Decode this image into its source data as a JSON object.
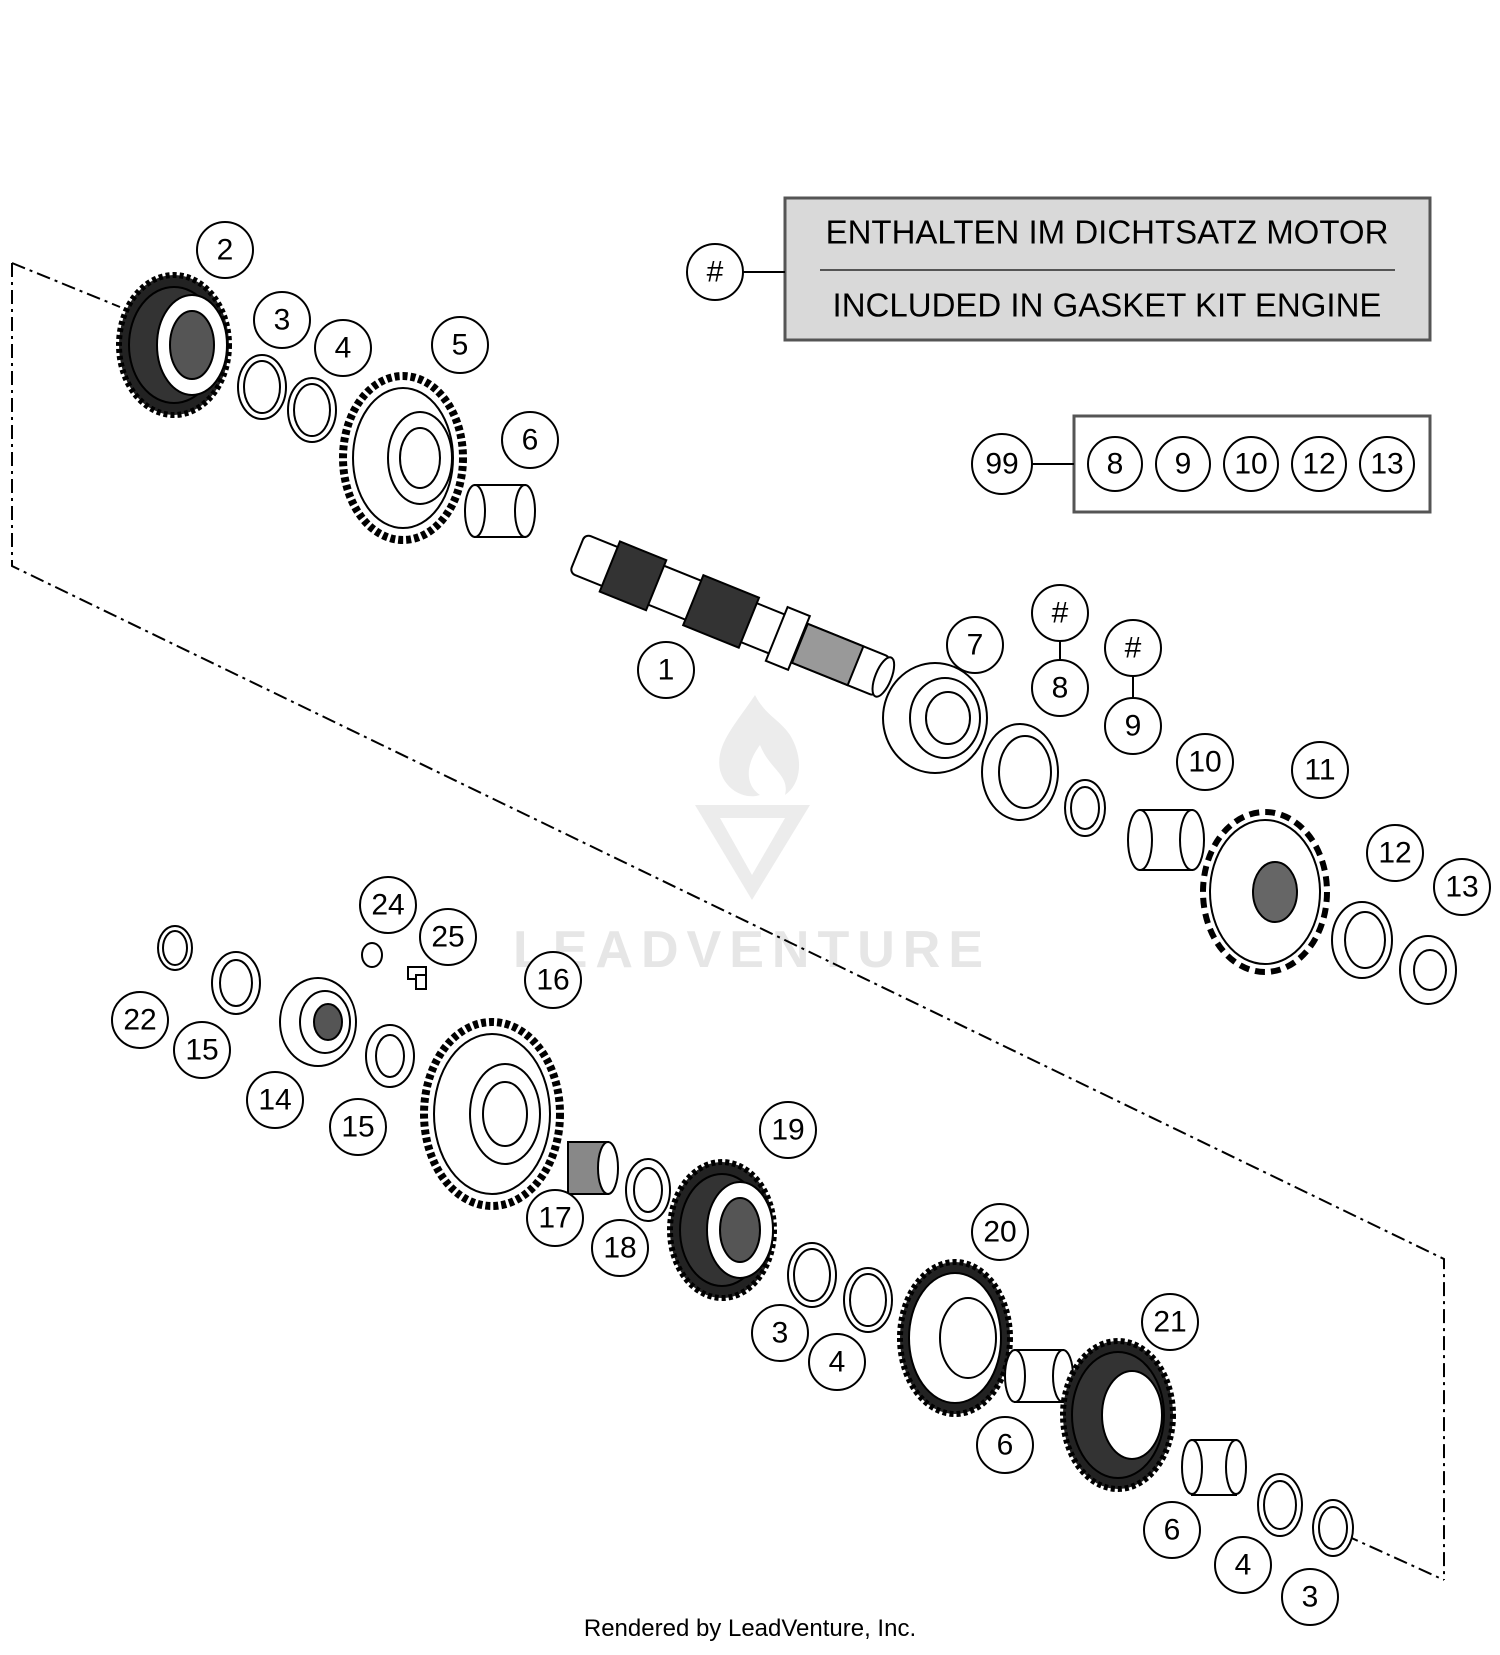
{
  "legend": {
    "symbol": "#",
    "line1": "ENTHALTEN IM DICHTSATZ MOTOR",
    "line2": "INCLUDED IN GASKET KIT ENGINE"
  },
  "kit": {
    "number": "99",
    "items": [
      "8",
      "9",
      "10",
      "12",
      "13"
    ]
  },
  "callouts": [
    "1",
    "2",
    "3",
    "4",
    "5",
    "6",
    "7",
    "8",
    "9",
    "10",
    "11",
    "12",
    "13",
    "14",
    "15",
    "16",
    "17",
    "18",
    "19",
    "20",
    "21",
    "22",
    "24",
    "25"
  ],
  "markers": [
    "#",
    "#"
  ],
  "watermark": {
    "text": "LEADVENTURE"
  },
  "footer": {
    "text": "Rendered by LeadVenture, Inc."
  }
}
